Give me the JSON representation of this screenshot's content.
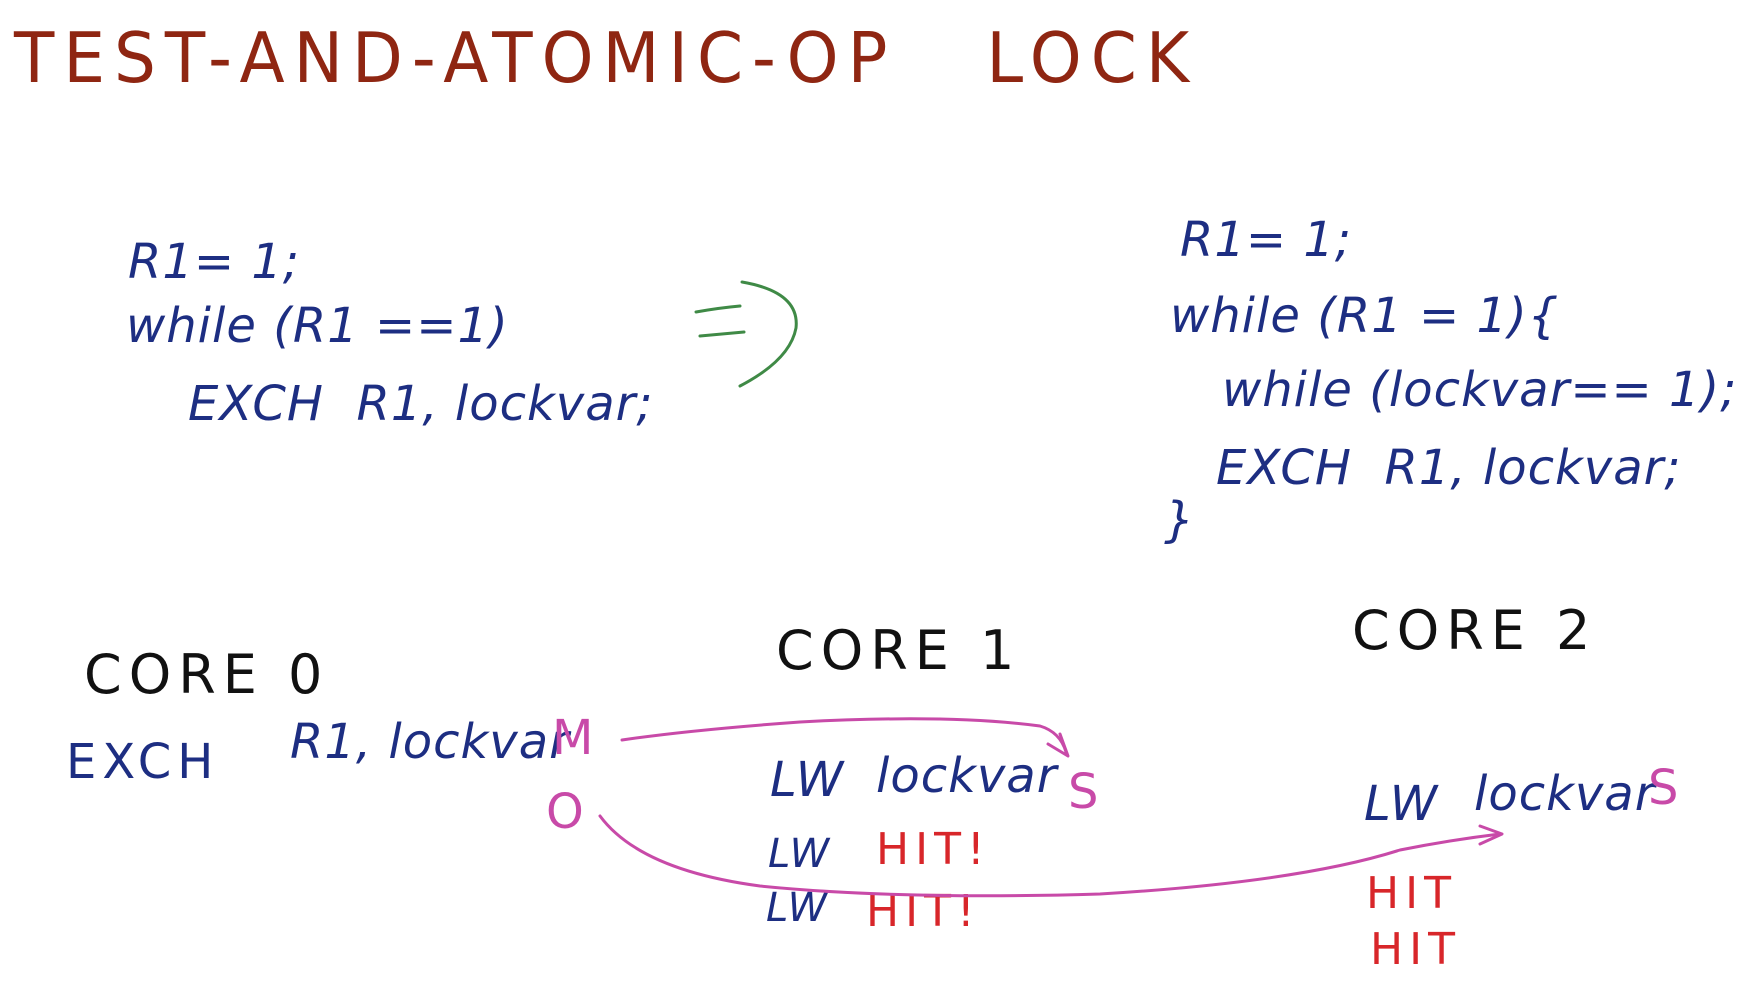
{
  "title": "TEST-AND-ATOMIC-OP   LOCK",
  "colors": {
    "title": "#8f2612",
    "code": "#1d2e82",
    "core_label": "#111111",
    "state": "#c84aa8",
    "hit": "#d8262a",
    "implies_arrow": "#3f8a46",
    "transfer_arrow": "#c84aa8"
  },
  "left_code": {
    "line1": "R1= 1;",
    "line2": "while (R1 ==1)",
    "line3": "EXCH  R1, lockvar;"
  },
  "implies_symbol": "green-implies-arrow",
  "right_code": {
    "line1": "R1= 1;",
    "line2": "while (R1 = 1){",
    "line3": "while (lockvar== 1);",
    "line4": "EXCH  R1, lockvar;",
    "line5": "}"
  },
  "cores": {
    "core0": {
      "label": "CORE 0",
      "instr_op": "EXCH",
      "instr_args": "R1, lockvar",
      "state_m": "M",
      "state_o": "O"
    },
    "core1": {
      "label": "CORE 1",
      "lw1_op": "LW",
      "lw1_arg": "lockvar",
      "state": "S",
      "lw2_op": "LW",
      "lw2_hit": "HIT!",
      "lw3_op": "LW",
      "lw3_hit": "HIT!"
    },
    "core2": {
      "label": "CORE 2",
      "lw_op": "LW",
      "lw_arg": "lockvar",
      "state": "S",
      "hit1": "HIT",
      "hit2": "HIT"
    }
  }
}
